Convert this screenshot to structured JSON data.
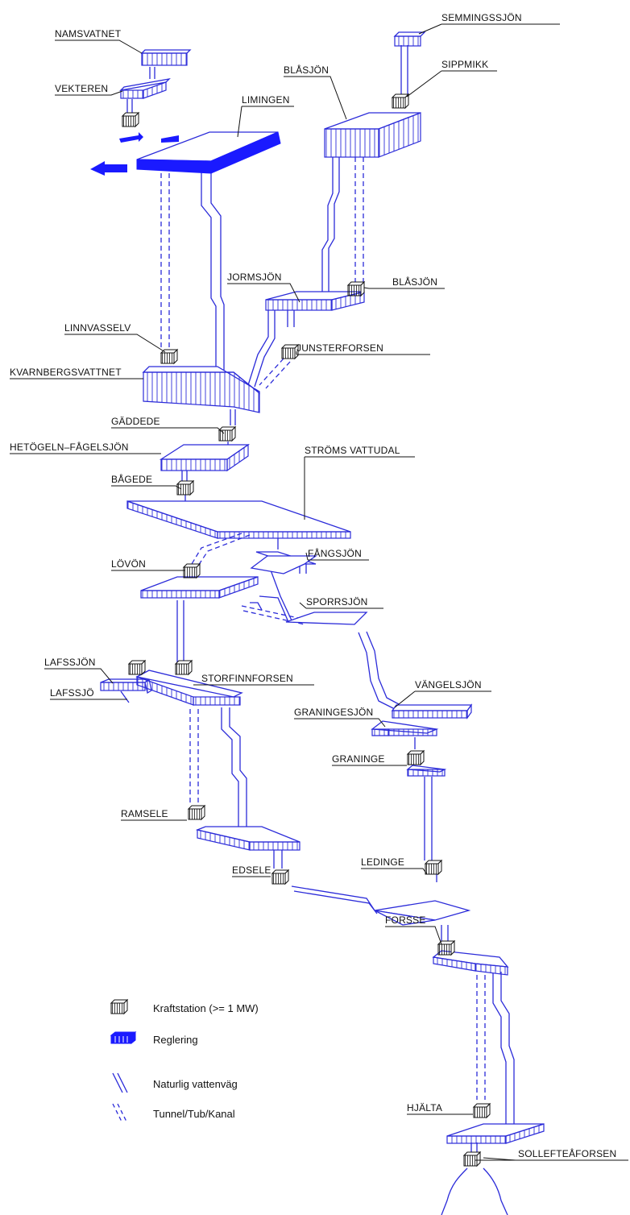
{
  "colors": {
    "water": "#2b2bd9",
    "regulation": "#1a1aff",
    "station": "#111111",
    "text": "#111111"
  },
  "labels": {
    "namsvatnet": "NAMSVATNET",
    "vekteren": "VEKTEREN",
    "limingen": "LIMINGEN",
    "semmingssjon": "SEMMINGSSJÖN",
    "sippmikk": "SIPPMIKK",
    "blasjon_lake": "BLÅSJÖN",
    "jormsjon": "JORMSJÖN",
    "blasjon_station": "BLÅSJÖN",
    "linnvasselv": "LINNVASSELV",
    "junsterforsen": "JUNSTERFORSEN",
    "kvarnbergsvattnet": "KVARNBERGSVATTNET",
    "gaddede": "GÄDDEDE",
    "hetogeln": "HETÖGELN–FÅGELSJÖN",
    "bagede": "BÅGEDE",
    "stroms_vattudal": "STRÖMS VATTUDAL",
    "fangsjon": "FÅNGSJÖN",
    "lovon": "LÖVÖN",
    "sporrsjon": "SPORRSJÖN",
    "lafssjon": "LAFSSJÖN",
    "vangelsjon": "VÄNGELSJÖN",
    "lafssjo": "LAFSSJÖ",
    "storfinnforsen": "STORFINNFORSEN",
    "graningesjon": "GRANINGESJÖN",
    "graninge": "GRANINGE",
    "ramsele": "RAMSELE",
    "edsele": "EDSELE",
    "ledinge": "LEDINGE",
    "forsse": "FORSSE",
    "hjalta": "HJÄLTA",
    "sollefteaforsen": "SOLLEFTEÅFORSEN"
  },
  "legend": {
    "station": "Kraftstation (>= 1 MW)",
    "regulation": "Reglering",
    "natural": "Naturlig vattenväg",
    "tunnel": "Tunnel/Tub/Kanal"
  },
  "icons": {
    "station": "power-station-icon",
    "regulation": "regulation-icon",
    "natural": "natural-waterway-icon",
    "tunnel": "tunnel-icon"
  }
}
